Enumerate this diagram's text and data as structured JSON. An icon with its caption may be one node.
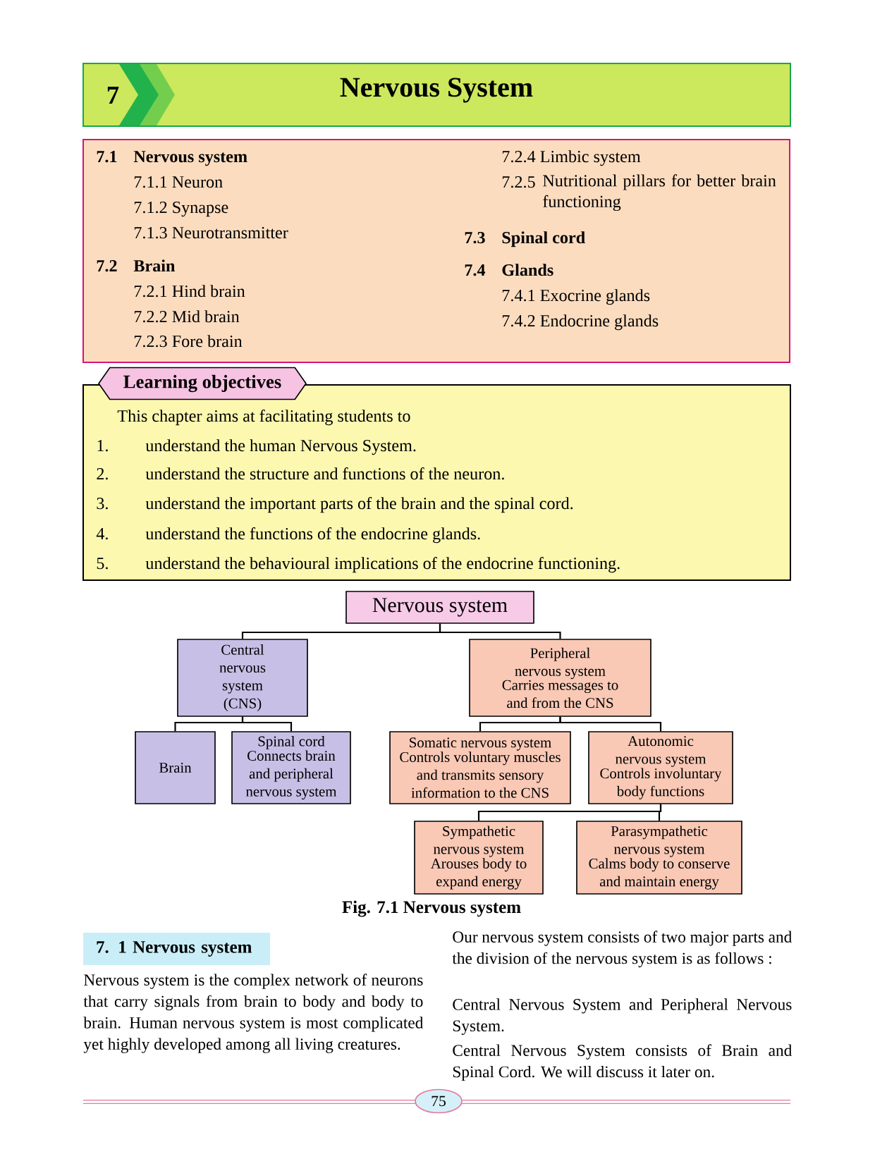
{
  "diagram": {
    "caption": "Fig. 7.1 Nervous system",
    "nodes": [
      {
        "text": [
          "7",
          "Nervous System"
        ]
      },
      {
        "text": [
          "7.1",
          "Nervous system",
          "7.1.1 Neuron",
          "7.1.2 Synapse",
          "7.1.3 Neurotransmitter",
          "7.2",
          "Brain",
          "7.2.1 Hind brain",
          "7.2.2 Mid brain",
          "7.2.3 Fore brain",
          "7.2.4 Limbic system",
          "7.2.5",
          "Nutritional pillars for better brain functioning",
          "7.3",
          "Spinal cord",
          "7.4",
          "Glands",
          "7.4.1 Exocrine glands",
          "7.4.2 Endocrine glands"
        ]
      },
      {
        "text": [
          "This chapter aims at facilitating students to",
          "1.",
          "understand the human Nervous System.",
          "2.",
          "understand the structure and functions of the neuron.",
          "3.",
          "understand the important parts of the brain and the spinal cord.",
          "4.",
          "understand the functions of the endocrine glands.",
          "5.",
          "understand the behavioural implications of the endocrine functioning."
        ]
      },
      {
        "text": [
          "Learning objectives"
        ]
      },
      {
        "text": [
          "Nervous system"
        ]
      },
      {
        "text": [
          "Central nervous system (CNS)"
        ]
      },
      {
        "text": [
          "Peripheral nervous system",
          "Carries messages to and from the CNS"
        ]
      },
      {
        "text": [
          "Brain"
        ]
      },
      {
        "text": [
          "Spinal cord",
          "Connects brain and peripheral nervous system"
        ]
      },
      {
        "text": [
          "Somatic nervous system",
          "Controls voluntary muscles and transmits sensory information to the CNS"
        ]
      },
      {
        "text": [
          "Autonomic nervous system",
          "Controls involuntary body functions"
        ]
      },
      {
        "text": [
          "Sympathetic nervous system",
          "Arouses body to expand energy"
        ]
      },
      {
        "text": [
          "Parasympathetic nervous system",
          "Calms body to conserve and maintain energy"
        ]
      },
      {
        "text": [
          "7. 1 Nervous system"
        ]
      },
      {
        "text": [
          "75"
        ]
      }
    ],
    "edges": [
      {
        "from": 4,
        "to": 5,
        "arrow": "none"
      },
      {
        "from": 4,
        "to": 6,
        "arrow": "none"
      },
      {
        "from": 5,
        "to": 7,
        "arrow": "none"
      },
      {
        "from": 5,
        "to": 8,
        "arrow": "none"
      },
      {
        "from": 6,
        "to": 9,
        "arrow": "none"
      },
      {
        "from": 6,
        "to": 10,
        "arrow": "none"
      },
      {
        "from": 10,
        "to": 11,
        "arrow": "none"
      },
      {
        "from": 10,
        "to": 12,
        "arrow": "none"
      }
    ],
    "labels": [
      "Nervous system is the complex network of neurons that carry signals from brain to body and body to brain. Human nervous system is most complicated yet highly developed among all living creatures.",
      "Our nervous system consists of two major parts and the division of the nervous system is as follows :",
      "Central Nervous System and Peripheral Nervous System.",
      "Central Nervous System consists of Brain and Spinal Cord. We will discuss it later on."
    ]
  }
}
